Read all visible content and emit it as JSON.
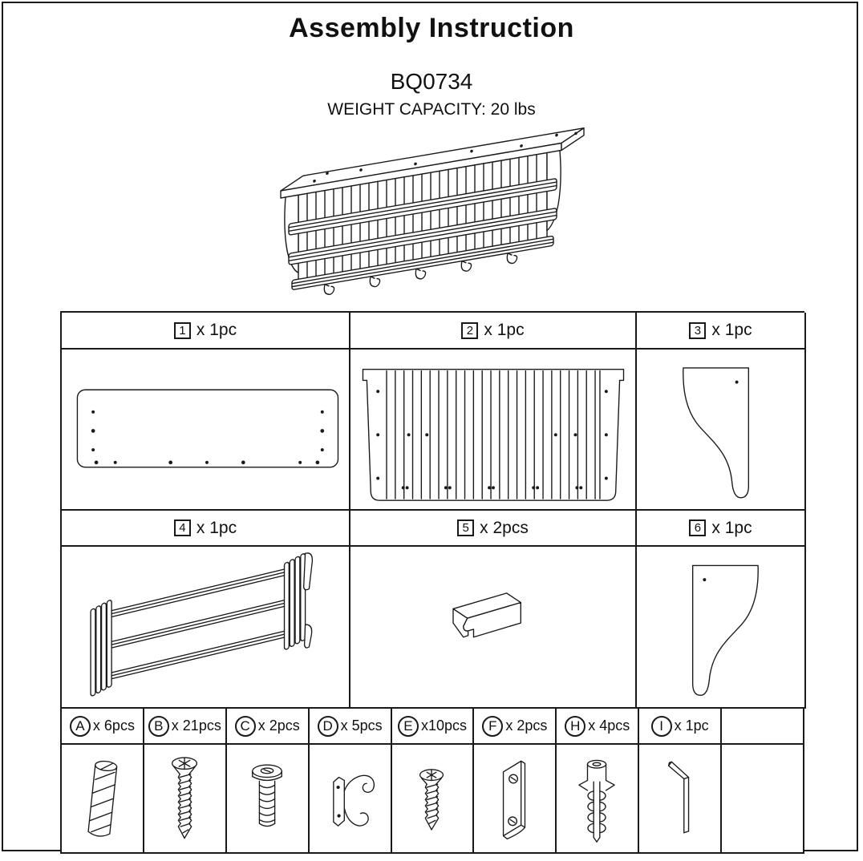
{
  "title": "Assembly Instruction",
  "model": "BQ0734",
  "capacity": "WEIGHT CAPACITY: 20 lbs",
  "parts": [
    {
      "num": "1",
      "qty": "x 1pc"
    },
    {
      "num": "2",
      "qty": "x 1pc"
    },
    {
      "num": "3",
      "qty": "x 1pc"
    },
    {
      "num": "4",
      "qty": "x 1pc"
    },
    {
      "num": "5",
      "qty": "x 2pcs"
    },
    {
      "num": "6",
      "qty": "x 1pc"
    }
  ],
  "hardware": [
    {
      "letter": "A",
      "qty": "x 6pcs",
      "icon": "dowel"
    },
    {
      "letter": "B",
      "qty": "x 21pcs",
      "icon": "long-screw"
    },
    {
      "letter": "C",
      "qty": "x 2pcs",
      "icon": "socket-bolt"
    },
    {
      "letter": "D",
      "qty": "x 5pcs",
      "icon": "coat-hook"
    },
    {
      "letter": "E",
      "qty": "x10pcs",
      "icon": "short-screw"
    },
    {
      "letter": "F",
      "qty": "x 2pcs",
      "icon": "mounting-plate"
    },
    {
      "letter": "H",
      "qty": "x 4pcs",
      "icon": "wall-anchor"
    },
    {
      "letter": "I",
      "qty": "x 1pc",
      "icon": "allen-key"
    }
  ]
}
